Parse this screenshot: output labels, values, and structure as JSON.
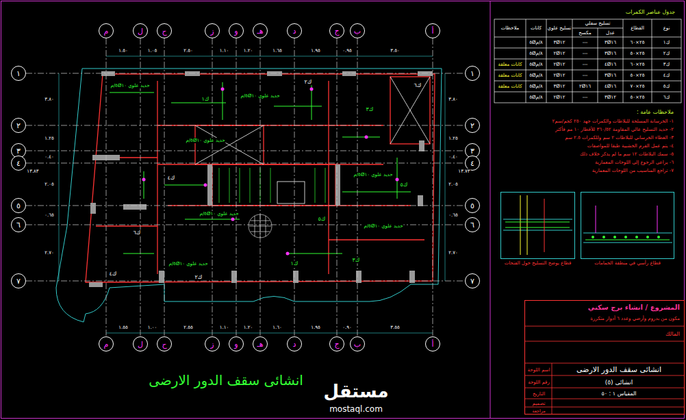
{
  "diagram": {
    "title": "انشائى سقف الدور الارضى",
    "nodes": [
      {
        "text": [
          "م"
        ]
      },
      {
        "text": [
          "ل"
        ]
      },
      {
        "text": [
          "ح"
        ]
      },
      {
        "text": [
          "ز"
        ]
      },
      {
        "text": [
          "و"
        ]
      },
      {
        "text": [
          "هـ"
        ]
      },
      {
        "text": [
          "د"
        ]
      },
      {
        "text": [
          "ج"
        ]
      },
      {
        "text": [
          "ب"
        ]
      },
      {
        "text": [
          "أ"
        ]
      },
      {
        "text": [
          "١"
        ]
      },
      {
        "text": [
          "٢"
        ]
      },
      {
        "text": [
          "٣"
        ]
      },
      {
        "text": [
          "٤"
        ]
      },
      {
        "text": [
          "٥"
        ]
      },
      {
        "text": [
          "٦"
        ]
      },
      {
        "text": [
          "٧"
        ]
      },
      {
        "text": [
          "١"
        ]
      },
      {
        "text": [
          "٢"
        ]
      },
      {
        "text": [
          "٣"
        ]
      },
      {
        "text": [
          "٤"
        ]
      },
      {
        "text": [
          "٥"
        ]
      },
      {
        "text": [
          "٦"
        ]
      },
      {
        "text": [
          "٧"
        ]
      },
      {
        "text": [
          "م"
        ]
      },
      {
        "text": [
          "ل"
        ]
      },
      {
        "text": [
          "ح"
        ]
      },
      {
        "text": [
          "ز"
        ]
      },
      {
        "text": [
          "و"
        ]
      },
      {
        "text": [
          "هـ"
        ]
      },
      {
        "text": [
          "د"
        ]
      },
      {
        "text": [
          "ج"
        ]
      },
      {
        "text": [
          "ب"
        ]
      },
      {
        "text": [
          "أ"
        ]
      },
      {
        "text": [
          "قطاع يوضح التسليح حول الفتحات"
        ]
      },
      {
        "text": [
          "قطاع رأسي في منطقة الحمامات"
        ]
      },
      {
        "text": [
          "المشروع / انشاء برج سكني",
          "مكون من بدروم وأرضي وعدد ٦ أدوار متكررة",
          "المالك",
          "اسم اللوحة",
          "انشائى سقف الدور الارضى",
          "رقم اللوحة",
          "انشائى (٥)",
          "التاريخ",
          "المقياس ١ : ٥٠",
          "تصميم",
          "مراجعة"
        ]
      }
    ],
    "edges": [
      {
        "from": 0,
        "to": 24,
        "arrow": "none"
      },
      {
        "from": 1,
        "to": 25,
        "arrow": "none"
      },
      {
        "from": 2,
        "to": 26,
        "arrow": "none"
      },
      {
        "from": 3,
        "to": 27,
        "arrow": "none"
      },
      {
        "from": 4,
        "to": 28,
        "arrow": "none"
      },
      {
        "from": 5,
        "to": 29,
        "arrow": "none"
      },
      {
        "from": 6,
        "to": 30,
        "arrow": "none"
      },
      {
        "from": 7,
        "to": 31,
        "arrow": "none"
      },
      {
        "from": 8,
        "to": 32,
        "arrow": "none"
      },
      {
        "from": 9,
        "to": 33,
        "arrow": "none"
      },
      {
        "from": 10,
        "to": 17,
        "arrow": "none"
      },
      {
        "from": 11,
        "to": 18,
        "arrow": "none"
      },
      {
        "from": 12,
        "to": 19,
        "arrow": "none"
      },
      {
        "from": 13,
        "to": 20,
        "arrow": "none"
      },
      {
        "from": 14,
        "to": 21,
        "arrow": "none"
      },
      {
        "from": 15,
        "to": 22,
        "arrow": "none"
      },
      {
        "from": 16,
        "to": 23,
        "arrow": "none"
      }
    ],
    "labels": [
      "جدول عناصر الكمرات",
      "نوع",
      "القطاع",
      "تسليح سفلي",
      "عدل",
      "مكسح",
      "تسليح علوي",
      "كانات",
      "ملاحظات",
      "ك١",
      "٢٥×٦٠",
      "٣Ø١٦",
      "---",
      "٣Ø١٢",
      "٥Ø٨/م",
      "ك٢",
      "٢٥×٥٠",
      "٣Ø١٦",
      "---",
      "٢Ø١٢",
      "٥Ø٨/م",
      "ك٣",
      "٢٥×٦٠",
      "٤Ø١٦",
      "---",
      "٢Ø١٢",
      "٥Ø٨/م",
      "كانات معلقة",
      "ك٤",
      "٢٥×٥٠",
      "٣Ø١٦",
      "---",
      "٢Ø١٢",
      "٥Ø٨/م",
      "كانات معلقة",
      "ك٥",
      "٢٥×٧٠",
      "٤Ø١٦",
      "٢Ø١٦",
      "٣Ø١٢",
      "٥Ø٨/م",
      "كانات معلقة",
      "ك٦",
      "٢٥×٥٠",
      "٣Ø١٢",
      "---",
      "٢Ø١٢",
      "٥Ø٨/م",
      "ملاحظات عامة :",
      "١- الخرسانة المسلحة للبلاطات والكمرات جهد ٢٥٠ كجم/سم٢",
      "٢- حديد التسليح عالي المقاومة ٣٦٠/٥٢ للأقطار ١٠ مم فأكثر",
      "٣- الغطاء الخرساني للبلاطات ٢ سم وللكمرات ٢.٥ سم",
      "٤- يتم عمل الفرم الخشبية طبقا للمواصفات",
      "٥- سمك البلاطات ١٢ سم ما لم يذكر خلاف ذلك",
      "٦- يراعى الرجوع إلى اللوحات المعمارية",
      "٧- تراجع المناسيب من اللوحات المعمارية",
      "١.٥٠",
      "١.٠٥",
      "٢.٥٠",
      "١.١٠",
      "١.٢٠",
      "١.٦٥",
      "١.٩٥",
      "٠.٩٥",
      "٣.٥٠",
      "١.٥٥",
      "١.٠٠",
      "٢.٥٥",
      "١.١٠",
      "١.٢٠",
      "١.٦٠",
      "١.٩٥",
      "٠.٩٠",
      "٣.٥٥",
      "٣.٨٠",
      "١.٢٥",
      "٠.٤٠",
      "٢.٠٥",
      "٠.٦٥",
      "٢.٧٠",
      "٣.٨٠",
      "١.٢٥",
      "٠.٤٠",
      "٢.٠٥",
      "٠.٦٥",
      "٢.٧٠",
      "١٣.٨٣",
      "١٣.٧٣",
      "ك١",
      "ك٢",
      "ك٣",
      "ك٤",
      "ك٥",
      "ك٦",
      "ك١",
      "ك٢",
      "ك٣",
      "ك٤",
      "ك٥",
      "ك٦",
      "حديد علوي ٥Ø١٠/م",
      "حديد علوي ٥Ø١٠/م",
      "حديد علوي ٥Ø١٠/م",
      "حديد علوي ٥Ø١٠/م",
      "حديد علوي ٥Ø١٠/م",
      "حديد علوي ٥Ø١٠/م",
      "حديد علوي ٥Ø١٠/م",
      "مستقل",
      "mostaql.com"
    ]
  }
}
